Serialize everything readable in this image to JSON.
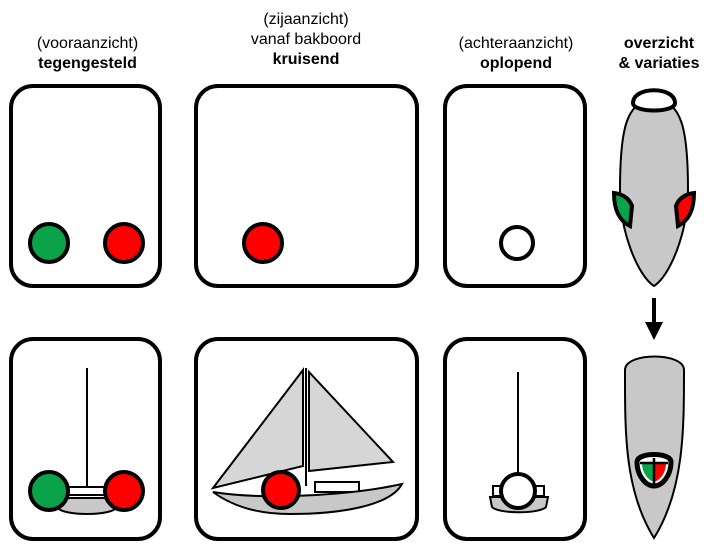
{
  "headers": {
    "front": {
      "sub": "(vooraanzicht)",
      "title": "tegengesteld"
    },
    "side": {
      "sub_top": "(zijaanzicht)",
      "sub": "vanaf bakboord",
      "title": "kruisend"
    },
    "rear": {
      "sub": "(achteraanzicht)",
      "title": "oplopend"
    },
    "overview": {
      "line1": "overzicht",
      "line2": "& variaties"
    }
  },
  "colors": {
    "green": "#0aa34a",
    "red": "#ff0000",
    "white": "#ffffff",
    "hull": "#c8c8c8",
    "sail": "#d6d6d6",
    "stroke": "#000000"
  }
}
